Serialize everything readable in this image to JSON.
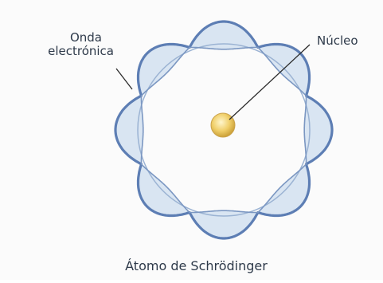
{
  "labels": {
    "wave_line1": "Onda",
    "wave_line2": "electrónica",
    "nucleus": "Núcleo",
    "caption": "Átomo de Schrödinger"
  },
  "colors": {
    "wave_stroke": "#5d7eb4",
    "wave_fill": "#d2e0f0",
    "inner_circle": "#8ea8cc",
    "nucleus_core": "#f3d77a",
    "nucleus_edge": "#c19a3a",
    "leader_line": "#2b2b2b",
    "text": "#2e3a4a"
  },
  "diagram": {
    "wave_lobes": 8,
    "subject": "Schrödinger atom: standing electron wave around a nucleus"
  }
}
